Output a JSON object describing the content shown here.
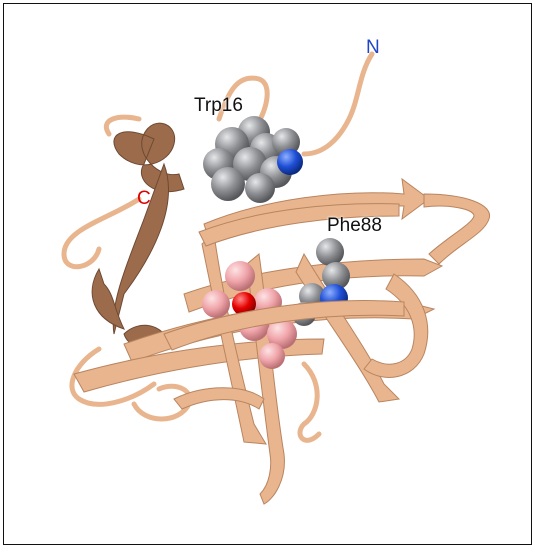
{
  "labels": {
    "n_terminus": "N",
    "c_terminus": "C",
    "residue_1": "Trp16",
    "residue_2": "Phe88"
  },
  "colors": {
    "ribbon_light": "#e8b58e",
    "ribbon_dark": "#9c6b4b",
    "carbon_grey": "#8e9094",
    "nitrogen_blue": "#1f4fd6",
    "oxygen_red": "#e60000",
    "ligand_pink": "#f0a5aa",
    "n_label": "#1f45c8",
    "c_label": "#e00000",
    "frame": "#111111"
  },
  "icons": {
    "structure": "protein-ribbon-structure"
  }
}
